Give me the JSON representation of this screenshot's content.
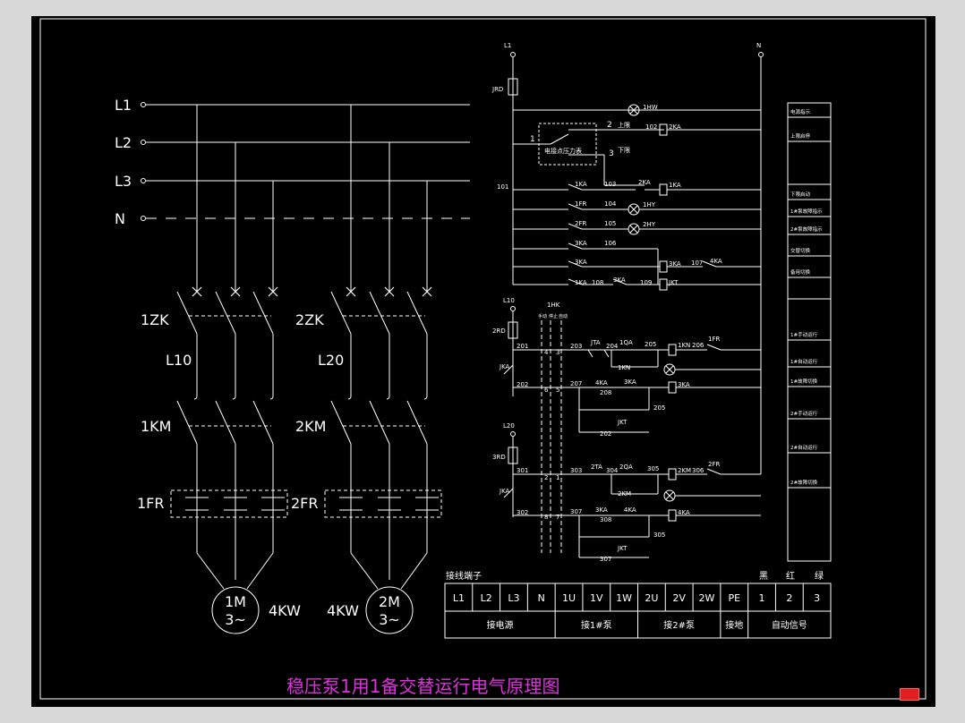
{
  "title": "稳压泵1用1备交替运行电气原理图",
  "main_circuit": {
    "phases": [
      "L1",
      "L2",
      "L3",
      "N"
    ],
    "breakers": [
      "1ZK",
      "2ZK"
    ],
    "breaker_lines": [
      "L10",
      "L20"
    ],
    "contactors": [
      "1KM",
      "2KM"
    ],
    "relays": [
      "1FR",
      "2FR"
    ],
    "motors": [
      {
        "name": "1M",
        "type": "3~",
        "power": "4KW"
      },
      {
        "name": "2M",
        "type": "3~",
        "power": "4KW"
      }
    ]
  },
  "control_circuit": {
    "supply": {
      "l": "L1",
      "n": "N",
      "fuse": "JRD"
    },
    "labels": {
      "lamp1": "1HW",
      "n102": "102",
      "r2ka": "2KA",
      "upper": "上限",
      "lower": "下限",
      "gauge": "电接点压力表",
      "sw1": "1",
      "sw2": "2",
      "sw3": "3",
      "n101": "101",
      "c1ka": "1KA",
      "n103": "103",
      "c2ka": "2KA",
      "r1ka": "1KA",
      "c1fr": "1FR",
      "n104": "104",
      "lamp2": "1HY",
      "c2fr": "2FR",
      "n105": "105",
      "lamp3": "2HY",
      "c3ka": "3KA",
      "n106": "106",
      "c3kb": "3KA",
      "r3ka": "3KA",
      "n107": "107",
      "c4ka": "4KA",
      "c1kb": "1KA",
      "n108": "108",
      "c3kc": "3KA",
      "n109": "109",
      "rjkt": "JKT",
      "l10": "L10",
      "hk": "1HK",
      "rd2": "2RD",
      "n201": "201",
      "n202": "202",
      "jka1": "JKA",
      "hk_a": "手动",
      "hk_b": "停止",
      "hk_c": "自动",
      "p4": "4",
      "p3": "3",
      "p6": "6",
      "p5": "5",
      "n203": "203",
      "jta1": "JTA",
      "n204": "204",
      "c1qa": "1QA",
      "n205": "205",
      "rkm1": "1KN",
      "c1fr2": "1FR",
      "n206": "206",
      "ckn1": "1KN",
      "n207": "207",
      "c4kb": "4KA",
      "n208": "208",
      "c3kd": "3KA",
      "r3kb": "3KA",
      "n205b": "205",
      "cjkt1": "JKT",
      "n202b": "202",
      "l20": "L20",
      "rd3": "3RD",
      "n301": "301",
      "n302": "302",
      "jka2": "JKA",
      "p2": "2",
      "p1": "1",
      "p8": "8",
      "p7": "7",
      "n303": "303",
      "jta2": "2TA",
      "n304": "304",
      "c2qa": "2QA",
      "n305": "305",
      "rkm2": "2KM",
      "c2fr2": "2FR",
      "n306": "306",
      "ckm2": "2KM",
      "n307": "307",
      "c3ke": "3KA",
      "n308": "308",
      "r4ka": "4KA",
      "c4kc": "4KA",
      "n305b": "305",
      "cjkt2": "JKT",
      "n307b": "307"
    }
  },
  "legend": [
    "电源指示",
    "上限启停",
    "",
    "下限启动",
    "1#泵故障指示",
    "2#泵故障指示",
    "交替切换",
    "备用切换",
    "",
    "1#手动运行",
    "1#自动运行",
    "1#故障切换",
    "2#手动运行",
    "2#自动运行",
    "2#故障切换"
  ],
  "terminal": {
    "caption": "接线端子",
    "signal_headers": [
      "黑",
      "红",
      "绿"
    ],
    "cells": [
      "L1",
      "L2",
      "L3",
      "N",
      "1U",
      "1V",
      "1W",
      "2U",
      "2V",
      "2W",
      "PE",
      "1",
      "2",
      "3"
    ],
    "groups": [
      "接电源",
      "接1#泵",
      "接2#泵",
      "接地",
      "自动信号"
    ]
  }
}
